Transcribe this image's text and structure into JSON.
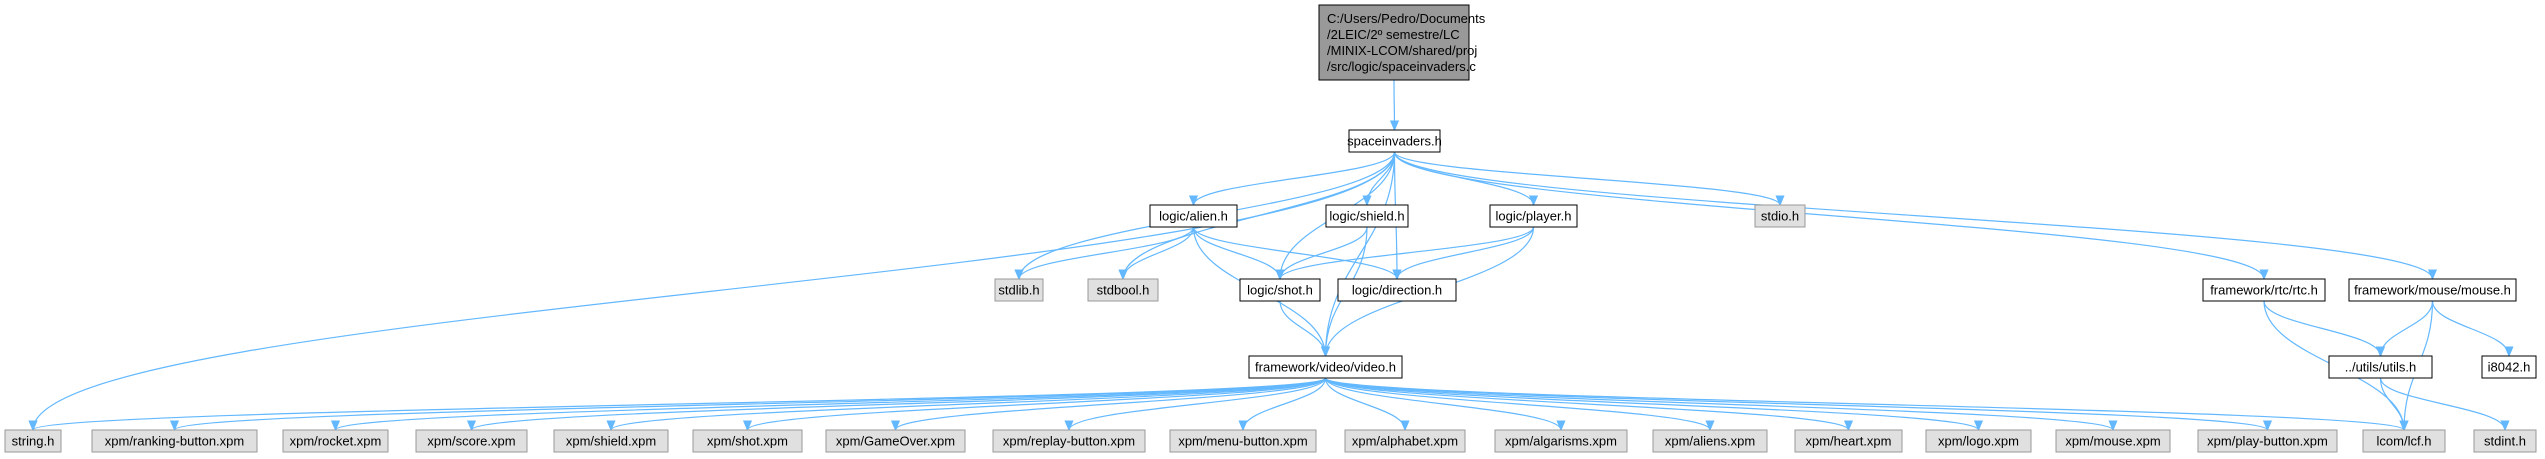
{
  "diagram": {
    "title": "",
    "colors": {
      "root_fill": "#999999",
      "project_fill": "#ffffff",
      "external_fill": "#e0e0e0",
      "external_border": "#999999",
      "border": "#000000",
      "edge": "#63b8ff"
    },
    "nodes": [
      {
        "id": "root",
        "kind": "root",
        "lines": [
          "C:/Users/Pedro/Documents",
          "/2LEIC/2º semestre/LC",
          "/MINIX-LCOM/shared/proj",
          "/src/logic/spaceinvaders.c"
        ]
      },
      {
        "id": "spaceinvaders",
        "kind": "project",
        "lines": [
          "spaceinvaders.h"
        ]
      },
      {
        "id": "alien",
        "kind": "project",
        "lines": [
          "logic/alien.h"
        ]
      },
      {
        "id": "shield",
        "kind": "project",
        "lines": [
          "logic/shield.h"
        ]
      },
      {
        "id": "player",
        "kind": "project",
        "lines": [
          "logic/player.h"
        ]
      },
      {
        "id": "stdio",
        "kind": "external",
        "lines": [
          "stdio.h"
        ]
      },
      {
        "id": "stdlib",
        "kind": "external",
        "lines": [
          "stdlib.h"
        ]
      },
      {
        "id": "stdbool",
        "kind": "external",
        "lines": [
          "stdbool.h"
        ]
      },
      {
        "id": "shot",
        "kind": "project",
        "lines": [
          "logic/shot.h"
        ]
      },
      {
        "id": "direction",
        "kind": "project",
        "lines": [
          "logic/direction.h"
        ]
      },
      {
        "id": "rtc",
        "kind": "project",
        "lines": [
          "framework/rtc/rtc.h"
        ]
      },
      {
        "id": "mouse",
        "kind": "project",
        "lines": [
          "framework/mouse/mouse.h"
        ]
      },
      {
        "id": "video",
        "kind": "project",
        "lines": [
          "framework/video/video.h"
        ]
      },
      {
        "id": "utils",
        "kind": "project",
        "lines": [
          "../utils/utils.h"
        ]
      },
      {
        "id": "i8042",
        "kind": "project",
        "lines": [
          "i8042.h"
        ]
      },
      {
        "id": "string",
        "kind": "external",
        "lines": [
          "string.h"
        ]
      },
      {
        "id": "ranking",
        "kind": "external",
        "lines": [
          "xpm/ranking-button.xpm"
        ]
      },
      {
        "id": "rocket",
        "kind": "external",
        "lines": [
          "xpm/rocket.xpm"
        ]
      },
      {
        "id": "score",
        "kind": "external",
        "lines": [
          "xpm/score.xpm"
        ]
      },
      {
        "id": "shieldxpm",
        "kind": "external",
        "lines": [
          "xpm/shield.xpm"
        ]
      },
      {
        "id": "shotxpm",
        "kind": "external",
        "lines": [
          "xpm/shot.xpm"
        ]
      },
      {
        "id": "gameover",
        "kind": "external",
        "lines": [
          "xpm/GameOver.xpm"
        ]
      },
      {
        "id": "replay",
        "kind": "external",
        "lines": [
          "xpm/replay-button.xpm"
        ]
      },
      {
        "id": "menu",
        "kind": "external",
        "lines": [
          "xpm/menu-button.xpm"
        ]
      },
      {
        "id": "alphabet",
        "kind": "external",
        "lines": [
          "xpm/alphabet.xpm"
        ]
      },
      {
        "id": "algarisms",
        "kind": "external",
        "lines": [
          "xpm/algarisms.xpm"
        ]
      },
      {
        "id": "aliensxpm",
        "kind": "external",
        "lines": [
          "xpm/aliens.xpm"
        ]
      },
      {
        "id": "heart",
        "kind": "external",
        "lines": [
          "xpm/heart.xpm"
        ]
      },
      {
        "id": "logo",
        "kind": "external",
        "lines": [
          "xpm/logo.xpm"
        ]
      },
      {
        "id": "mousexpm",
        "kind": "external",
        "lines": [
          "xpm/mouse.xpm"
        ]
      },
      {
        "id": "playbtn",
        "kind": "external",
        "lines": [
          "xpm/play-button.xpm"
        ]
      },
      {
        "id": "lcf",
        "kind": "external",
        "lines": [
          "lcom/lcf.h"
        ]
      },
      {
        "id": "stdint",
        "kind": "external",
        "lines": [
          "stdint.h"
        ]
      }
    ],
    "edges": [
      [
        "root",
        "spaceinvaders"
      ],
      [
        "spaceinvaders",
        "alien"
      ],
      [
        "spaceinvaders",
        "shield"
      ],
      [
        "spaceinvaders",
        "player"
      ],
      [
        "spaceinvaders",
        "stdio"
      ],
      [
        "spaceinvaders",
        "stdlib"
      ],
      [
        "spaceinvaders",
        "stdbool"
      ],
      [
        "spaceinvaders",
        "shot"
      ],
      [
        "spaceinvaders",
        "direction"
      ],
      [
        "spaceinvaders",
        "rtc"
      ],
      [
        "spaceinvaders",
        "mouse"
      ],
      [
        "spaceinvaders",
        "video"
      ],
      [
        "spaceinvaders",
        "string"
      ],
      [
        "alien",
        "stdlib"
      ],
      [
        "alien",
        "stdbool"
      ],
      [
        "alien",
        "shot"
      ],
      [
        "alien",
        "direction"
      ],
      [
        "alien",
        "video"
      ],
      [
        "shield",
        "shot"
      ],
      [
        "shield",
        "video"
      ],
      [
        "player",
        "shot"
      ],
      [
        "player",
        "direction"
      ],
      [
        "player",
        "video"
      ],
      [
        "shot",
        "video"
      ],
      [
        "rtc",
        "utils"
      ],
      [
        "rtc",
        "lcf"
      ],
      [
        "mouse",
        "utils"
      ],
      [
        "mouse",
        "lcf"
      ],
      [
        "mouse",
        "i8042"
      ],
      [
        "utils",
        "lcf"
      ],
      [
        "utils",
        "stdint"
      ],
      [
        "video",
        "string"
      ],
      [
        "video",
        "ranking"
      ],
      [
        "video",
        "rocket"
      ],
      [
        "video",
        "score"
      ],
      [
        "video",
        "shieldxpm"
      ],
      [
        "video",
        "shotxpm"
      ],
      [
        "video",
        "gameover"
      ],
      [
        "video",
        "replay"
      ],
      [
        "video",
        "menu"
      ],
      [
        "video",
        "alphabet"
      ],
      [
        "video",
        "algarisms"
      ],
      [
        "video",
        "aliensxpm"
      ],
      [
        "video",
        "heart"
      ],
      [
        "video",
        "logo"
      ],
      [
        "video",
        "mousexpm"
      ],
      [
        "video",
        "playbtn"
      ],
      [
        "video",
        "lcf"
      ]
    ]
  }
}
